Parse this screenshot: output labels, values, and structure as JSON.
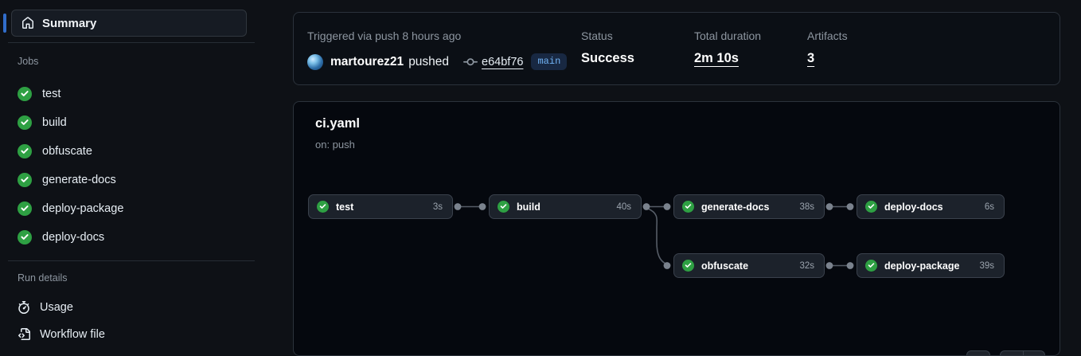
{
  "sidebar": {
    "summary_label": "Summary",
    "jobs_header": "Jobs",
    "jobs": [
      {
        "label": "test"
      },
      {
        "label": "build"
      },
      {
        "label": "obfuscate"
      },
      {
        "label": "generate-docs"
      },
      {
        "label": "deploy-package"
      },
      {
        "label": "deploy-docs"
      }
    ],
    "run_details_header": "Run details",
    "usage_label": "Usage",
    "workflow_file_label": "Workflow file"
  },
  "summary_card": {
    "triggered_text": "Triggered via push 8 hours ago",
    "actor": "martourez21",
    "action": "pushed",
    "commit_sha": "e64bf76",
    "branch": "main",
    "status_label": "Status",
    "status_value": "Success",
    "duration_label": "Total duration",
    "duration_value": "2m 10s",
    "artifacts_label": "Artifacts",
    "artifacts_value": "3"
  },
  "workflow_card": {
    "title": "ci.yaml",
    "trigger": "on: push"
  },
  "graph": {
    "nodes": [
      {
        "label": "test",
        "duration": "3s"
      },
      {
        "label": "build",
        "duration": "40s"
      },
      {
        "label": "generate-docs",
        "duration": "38s"
      },
      {
        "label": "deploy-docs",
        "duration": "6s"
      },
      {
        "label": "obfuscate",
        "duration": "32s"
      },
      {
        "label": "deploy-package",
        "duration": "39s"
      }
    ],
    "edges": [
      {
        "from": "test",
        "to": "build"
      },
      {
        "from": "build",
        "to": "generate-docs"
      },
      {
        "from": "build",
        "to": "obfuscate"
      },
      {
        "from": "generate-docs",
        "to": "deploy-docs"
      },
      {
        "from": "obfuscate",
        "to": "deploy-package"
      }
    ]
  },
  "colors": {
    "accent_blue": "#316dca",
    "success_green": "#2ea043",
    "branch_blue": "#71b3f5",
    "page_bg": "#0e1116",
    "graph_card_bg": "#05080e",
    "node_bg": "#1c222b"
  }
}
